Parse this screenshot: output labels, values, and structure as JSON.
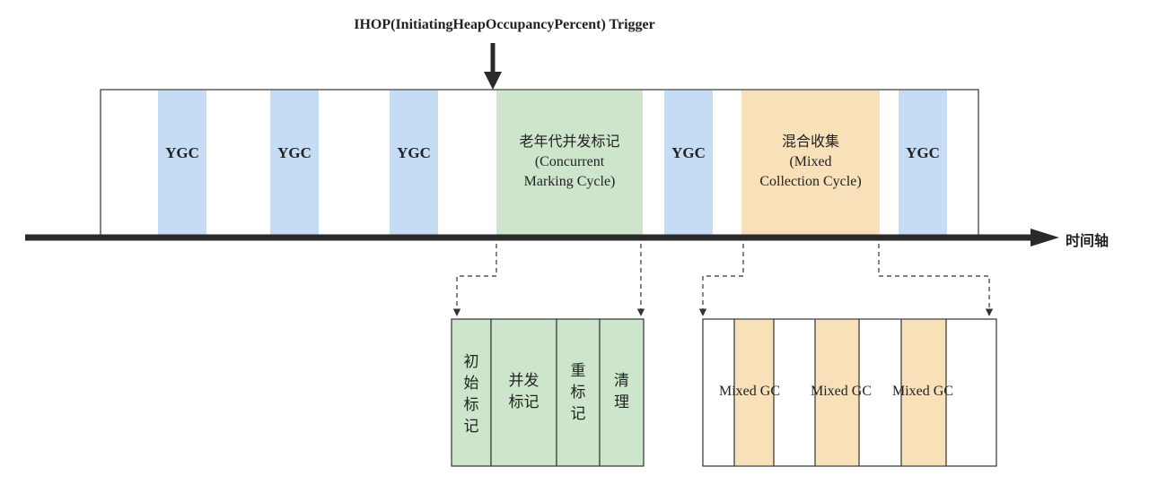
{
  "title": "IHOP(InitiatingHeapOccupancyPercent) Trigger",
  "timeline_label": "时间轴",
  "ygc_label": "YGC",
  "concurrent_cycle": "老年代并发标记\n(Concurrent\nMarking Cycle)",
  "mixed_cycle": "混合收集\n(Mixed\nCollection Cycle)",
  "marking_phases": [
    "初\n始\n标\n记",
    "并发\n标记",
    "重\n标\n记",
    "清\n理"
  ],
  "mixed_gc_label": "Mixed GC",
  "colors": {
    "ygc": "#c6dcf4",
    "concurrent": "#cde6cb",
    "mixed": "#f8e0b8",
    "line": "#2a2a2a",
    "border": "#333333"
  }
}
